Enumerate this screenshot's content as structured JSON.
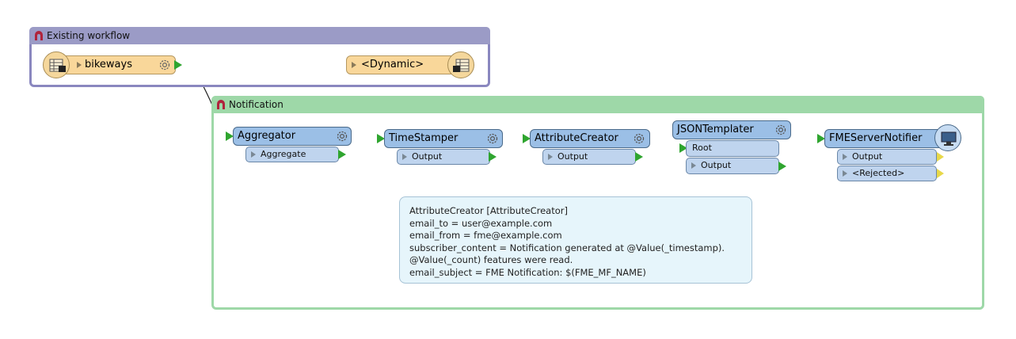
{
  "bookmarks": {
    "existing": {
      "title": "Existing workflow",
      "color": "#9b9bc6",
      "border": "#8a87bf"
    },
    "notification": {
      "title": "Notification",
      "color": "#9ed8a8",
      "border": "#9ed8a8"
    }
  },
  "reader": {
    "name": "bikeways",
    "icon": "table-reader-icon"
  },
  "writer": {
    "name": "<Dynamic>",
    "icon": "table-writer-icon"
  },
  "transformers": {
    "aggregator": {
      "name": "Aggregator",
      "port": "Aggregate"
    },
    "timestamper": {
      "name": "TimeStamper",
      "port": "Output"
    },
    "attributecreator": {
      "name": "AttributeCreator",
      "port": "Output"
    },
    "jsontemplater": {
      "name": "JSONTemplater",
      "input": "Root",
      "port": "Output"
    },
    "notifier": {
      "name": "FMEServerNotifier",
      "port": "Output",
      "port2": "<Rejected>",
      "icon": "monitor-icon"
    }
  },
  "annotation": {
    "lines": [
      "AttributeCreator [AttributeCreator]",
      "email_to = user@example.com",
      "email_from = fme@example.com",
      "subscriber_content = Notification generated at @Value(_timestamp).",
      "@Value(_count) features were read.",
      "email_subject = FME Notification: $(FME_MF_NAME)"
    ]
  },
  "colors": {
    "transformer": "#9bbfe6",
    "port": "#bfd4ee",
    "feature_type": "#f9d79a",
    "connector": "#2fa52f"
  }
}
